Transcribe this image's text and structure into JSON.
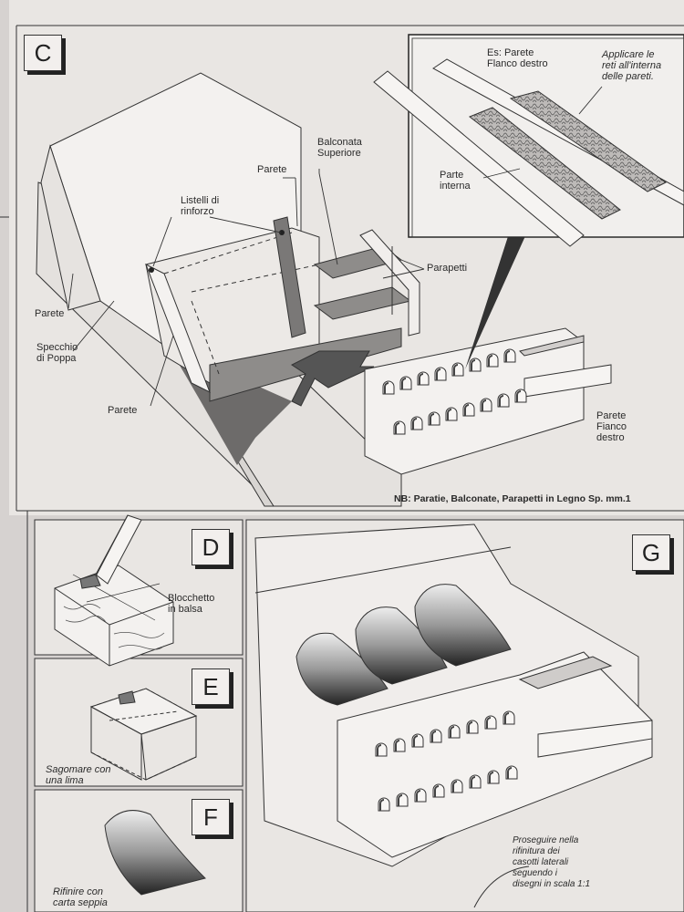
{
  "panels": {
    "c": {
      "letter": "C",
      "labels": {
        "parete_left": "Parete",
        "specchio": "Specchio\ndi Poppa",
        "parete_bottom": "Parete",
        "listelli": "Listelli di\nrinforzo",
        "parete_top": "Parete",
        "balconata": "Balconata\nSuperiore",
        "parapetti": "Parapetti",
        "parete_fianco": "Parete\nFianco\ndestro"
      },
      "inset": {
        "es_label": "Es: Parete\nFlanco destro",
        "applicare": "Applicare le\nreti all'interna\ndelle pareti.",
        "parte_interna": "Parte\ninterna"
      },
      "note": "NB: Paratie, Balconate, Parapetti in Legno Sp. mm.1"
    },
    "d": {
      "letter": "D",
      "label": "Blocchetto\nin balsa"
    },
    "e": {
      "letter": "E",
      "label": "Sagomare con\nuna lima"
    },
    "f": {
      "letter": "F",
      "label": "Rifinire con\ncarta seppia"
    },
    "g": {
      "letter": "G",
      "label": "Proseguire nella\nrifinitura dei\ncasotti laterali\nseguendo i\ndisegni in scala 1:1"
    }
  },
  "colors": {
    "paper": "#efece9",
    "line": "#333333",
    "shade": "#6b6b6b",
    "fill_mid": "#b5b2b0"
  }
}
